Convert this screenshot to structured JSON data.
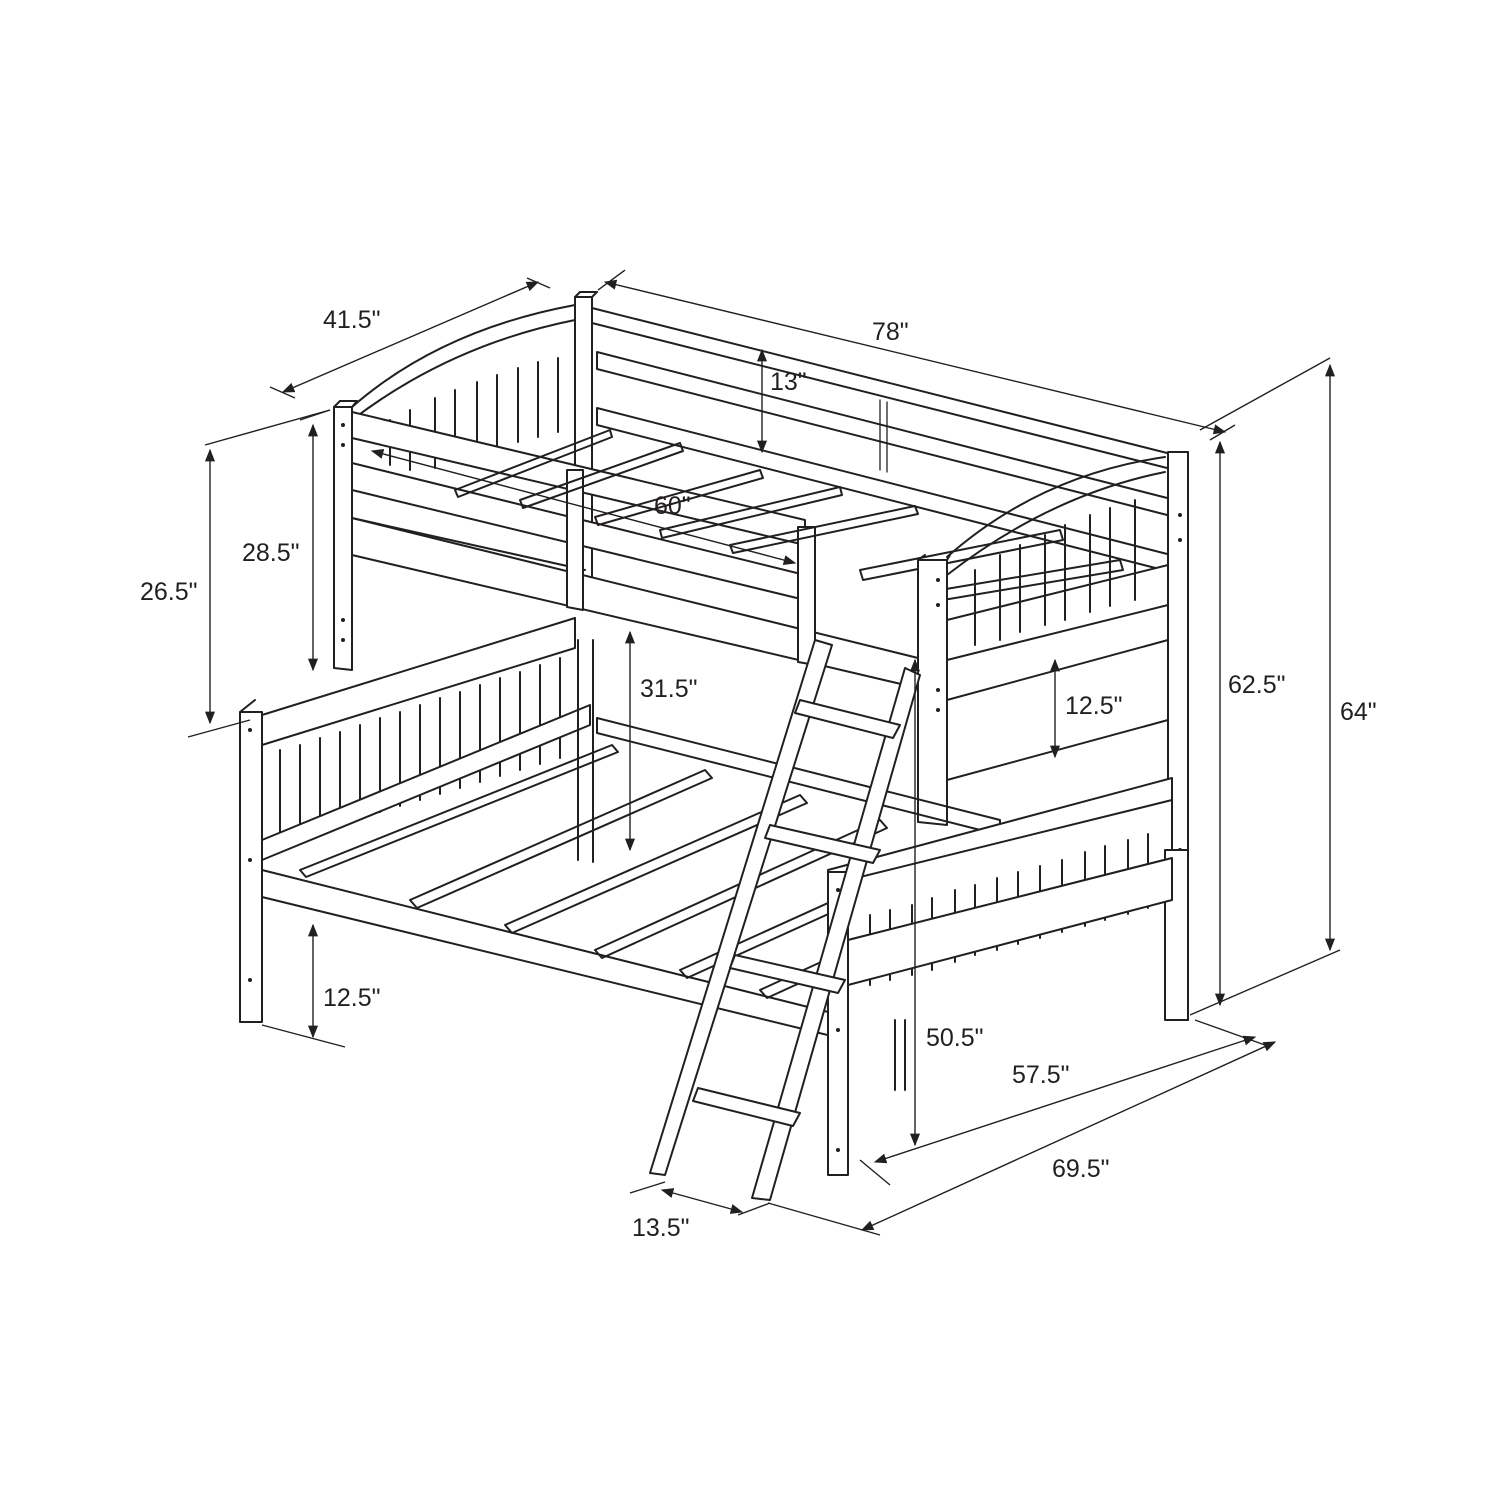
{
  "colors": {
    "line": "#231f20",
    "background": "#ffffff"
  },
  "dimensions": {
    "upper_width": "41.5\"",
    "overall_length": "78\"",
    "guardrail_height": "13\"",
    "upper_mattress_width": "60\"",
    "upper_headboard_height": "28.5\"",
    "upper_rail_height": "26.5\"",
    "bunk_clearance": "31.5\"",
    "lower_guard_height": "12.5\"",
    "height_to_upper": "62.5\"",
    "overall_height": "64\"",
    "floor_clearance": "12.5\"",
    "ladder_height": "50.5\"",
    "lower_width": "57.5\"",
    "overall_depth": "69.5\"",
    "ladder_width": "13.5\""
  }
}
